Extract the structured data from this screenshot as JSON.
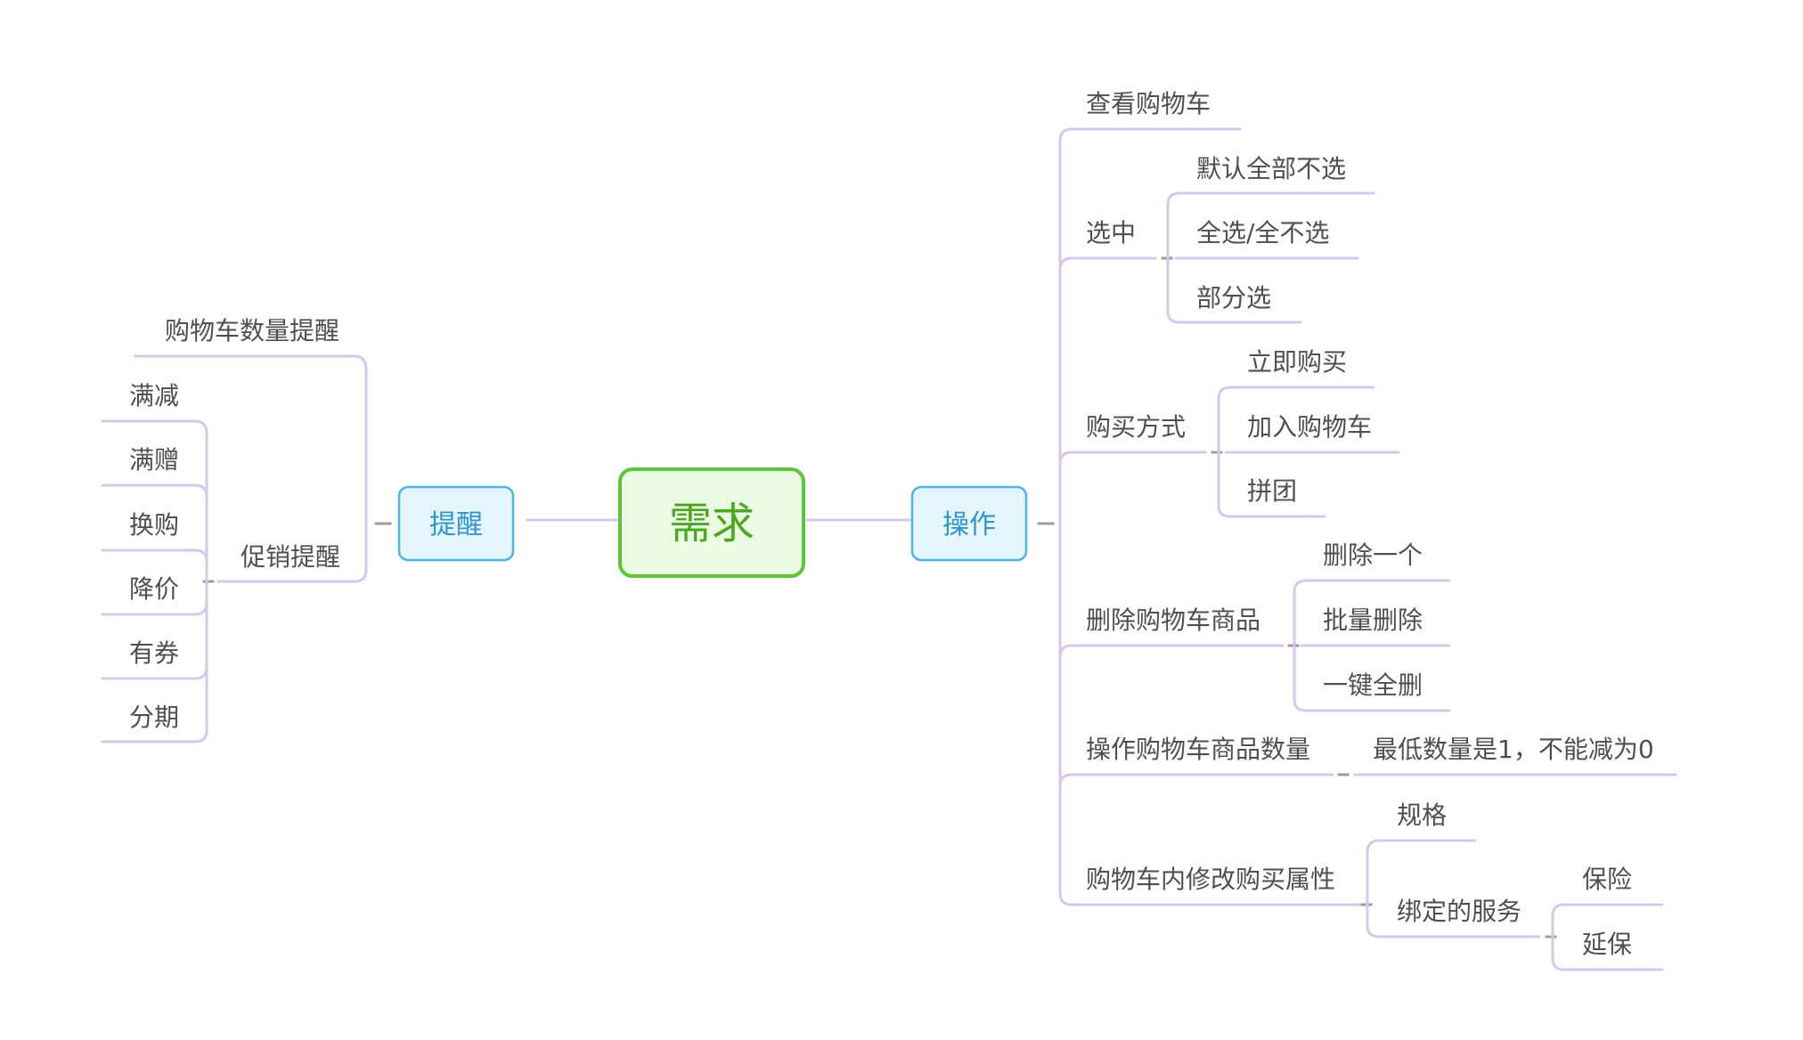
{
  "mindmap": {
    "root": {
      "label": "需求"
    },
    "left": {
      "label": "提醒",
      "children": {
        "cart_count": "购物车数量提醒",
        "promo": {
          "label": "促销提醒",
          "items": [
            "满减",
            "满赠",
            "换购",
            "降价",
            "有券",
            "分期"
          ]
        }
      }
    },
    "right": {
      "label": "操作",
      "children": {
        "view_cart": "查看购物车",
        "select": {
          "label": "选中",
          "items": [
            "默认全部不选",
            "全选/全不选",
            "部分选"
          ]
        },
        "buy_method": {
          "label": "购买方式",
          "items": [
            "立即购买",
            "加入购物车",
            "拼团"
          ]
        },
        "delete": {
          "label": "删除购物车商品",
          "items": [
            "删除一个",
            "批量删除",
            "一键全删"
          ]
        },
        "quantity": {
          "label": "操作购物车商品数量",
          "items": [
            "最低数量是1，不能减为0"
          ]
        },
        "modify": {
          "label": "购物车内修改购买属性",
          "spec": "规格",
          "service": {
            "label": "绑定的服务",
            "items": [
              "保险",
              "延保"
            ]
          }
        }
      }
    }
  }
}
